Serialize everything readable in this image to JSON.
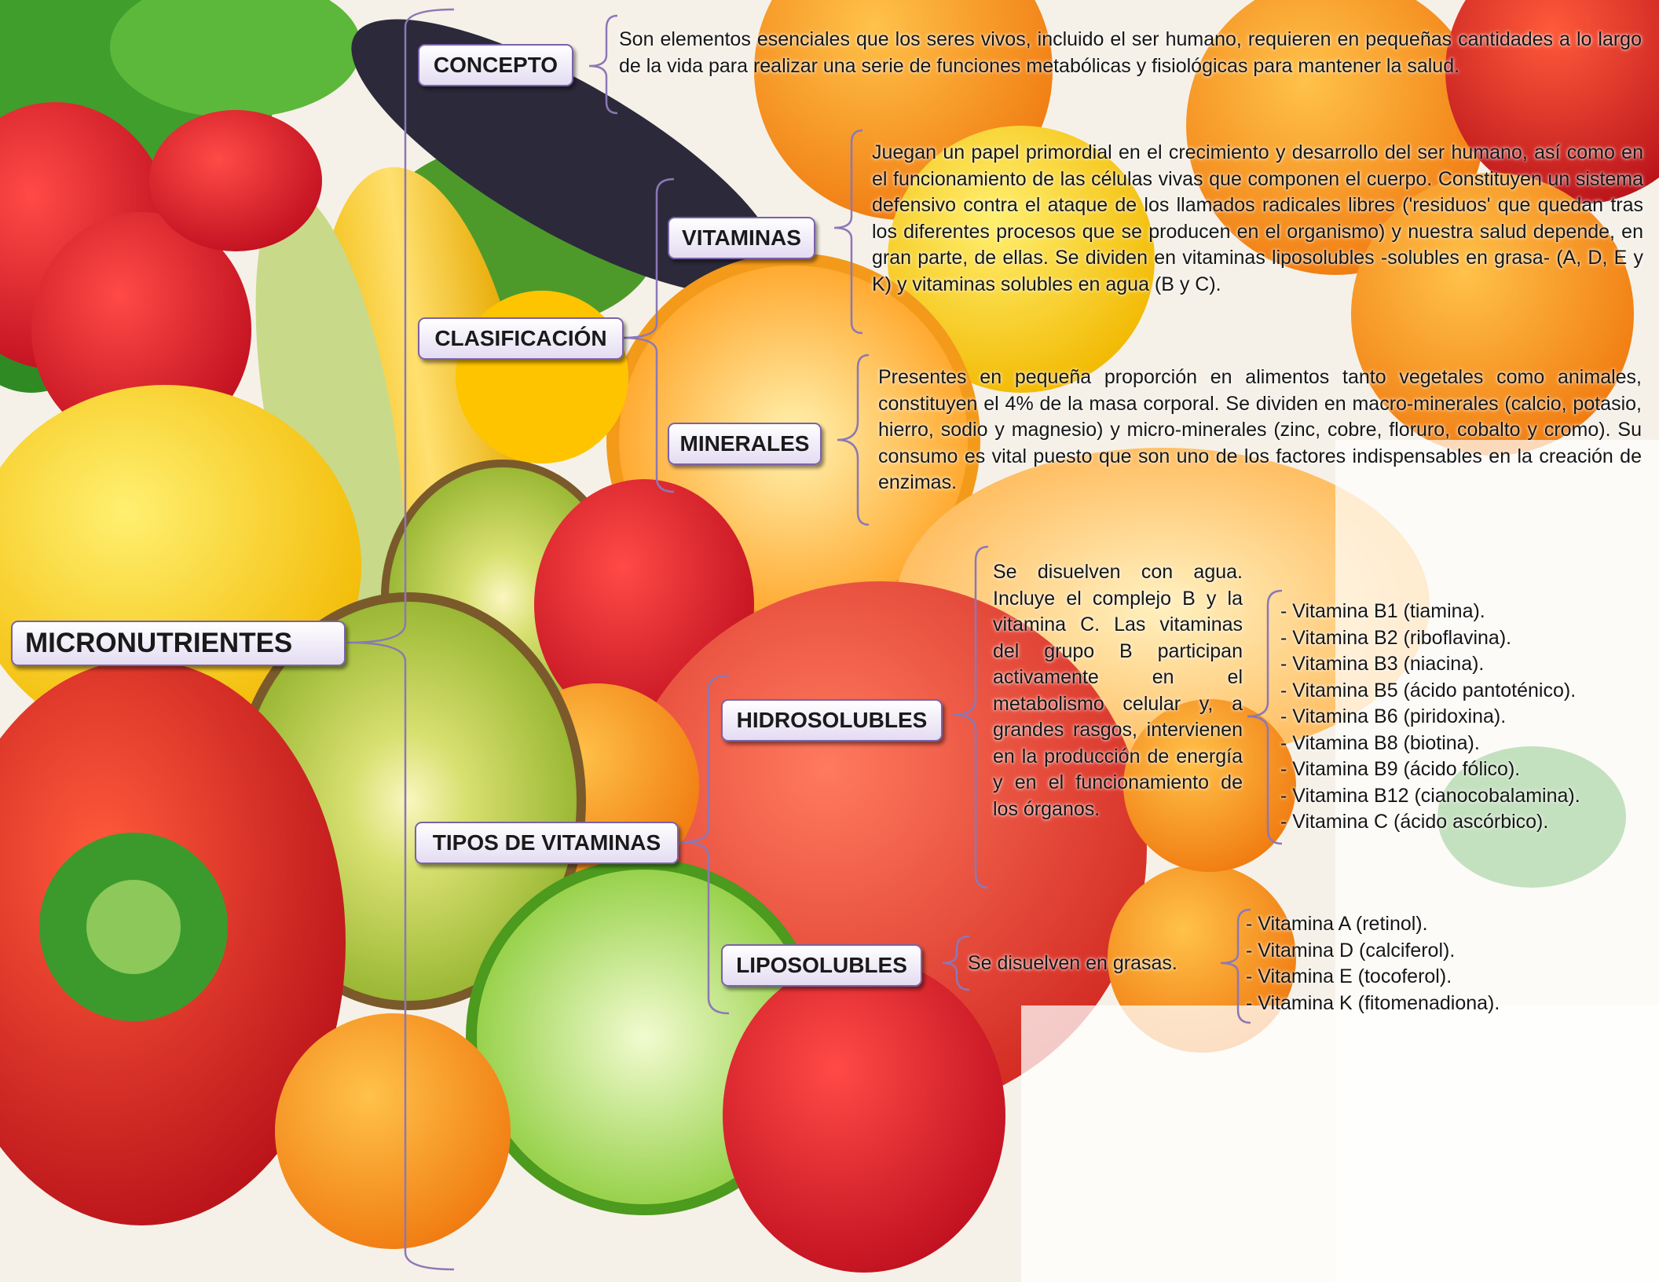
{
  "diagram": {
    "root": "MICRONUTRIENTES",
    "concepto": {
      "label": "CONCEPTO",
      "text": "Son elementos esenciales que los seres vivos, incluido el ser humano, requieren en pequeñas cantidades a lo largo de la vida para realizar una serie de funciones metabólicas y fisiológicas para mantener la salud."
    },
    "clasificacion": {
      "label": "CLASIFICACIÓN",
      "vitaminas": {
        "label": "VITAMINAS",
        "text": "Juegan un papel primordial en el crecimiento y desarrollo del ser humano, así como en el funcionamiento de las células vivas que componen el cuerpo. Constituyen un sistema defensivo contra el ataque de los llamados radicales libres ('residuos' que quedan tras los diferentes procesos que se producen en el organismo) y nuestra salud depende, en gran parte, de ellas. Se dividen en vitaminas liposolubles -solubles en grasa- (A, D, E y K) y vitaminas solubles en agua (B y C)."
      },
      "minerales": {
        "label": "MINERALES",
        "text": "Presentes en pequeña proporción en alimentos tanto vegetales como animales, constituyen el 4% de la masa corporal. Se dividen en macro-minerales (calcio, potasio, hierro, sodio y magnesio) y micro-minerales (zinc, cobre, floruro, cobalto y cromo). Su consumo es vital puesto que son uno de los factores indispensables en la creación de enzimas."
      }
    },
    "tipos": {
      "label": "TIPOS DE VITAMINAS",
      "hidrosolubles": {
        "label": "HIDROSOLUBLES",
        "text": "Se disuelven con agua. Incluye el complejo B y la vitamina C. Las vitaminas del grupo B participan activamente en el metabolismo celular y, a grandes rasgos, intervienen en la producción de energía y en el funcionamiento de los órganos.",
        "items": [
          "- Vitamina B1 (tiamina).",
          "- Vitamina B2 (riboflavina).",
          "- Vitamina B3 (niacina).",
          "- Vitamina B5 (ácido pantoténico).",
          "- Vitamina B6 (piridoxina).",
          "- Vitamina B8 (biotina).",
          "- Vitamina B9 (ácido fólico).",
          "- Vitamina B12 (cianocobalamina).",
          "- Vitamina C (ácido ascórbico)."
        ]
      },
      "liposolubles": {
        "label": "LIPOSOLUBLES",
        "text": "Se disuelven en grasas.",
        "items": [
          "- Vitamina A (retinol).",
          "- Vitamina D (calciferol).",
          "- Vitamina E (tocoferol).",
          "- Vitamina K (fitomenadiona)."
        ]
      }
    }
  },
  "colors": {
    "bracket": "#8b78b6",
    "node_border": "#7a62a8",
    "node_fill_top": "#ffffff",
    "node_fill_bottom": "#e4dcf2"
  }
}
